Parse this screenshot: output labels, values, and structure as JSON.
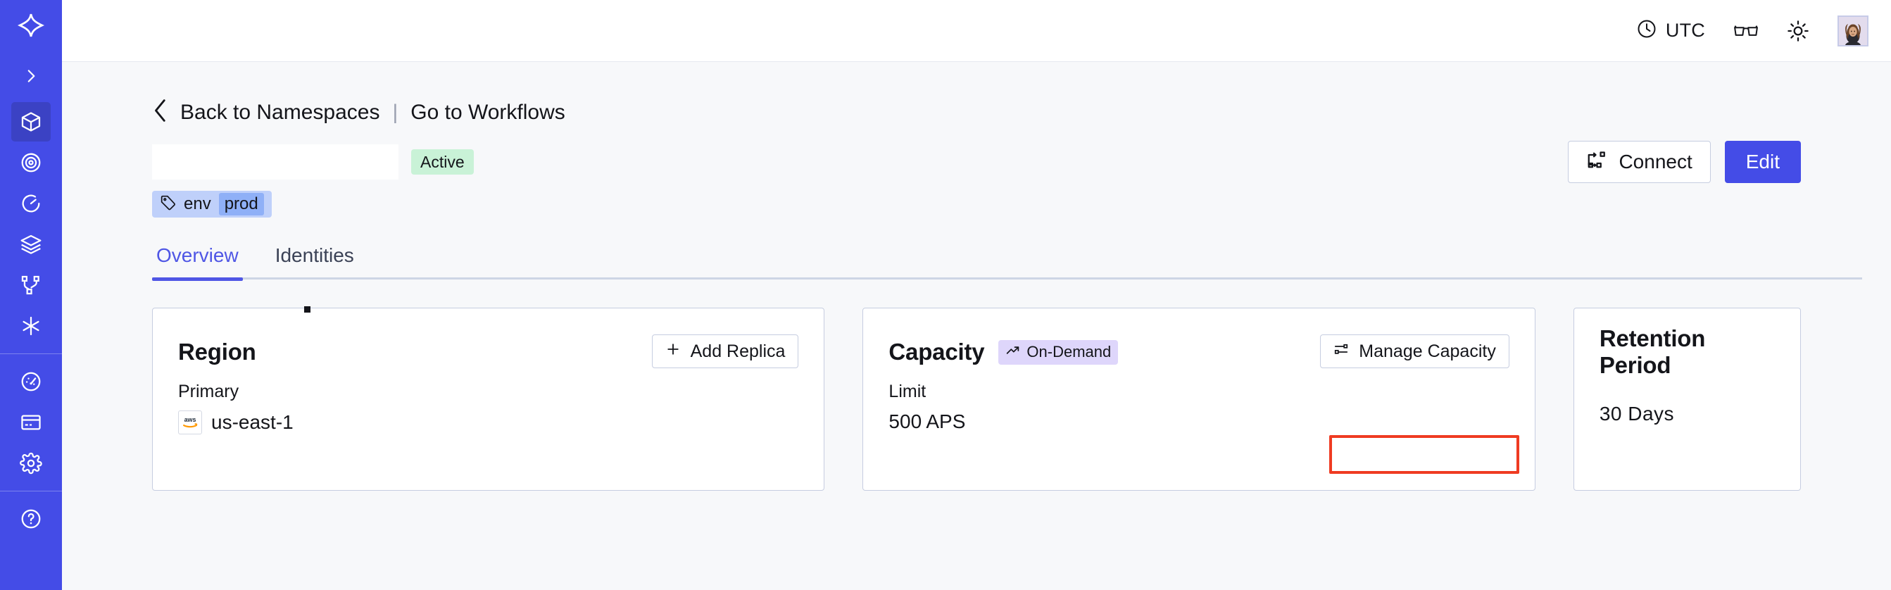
{
  "sidebar": {
    "logo_name": "temporal-logo",
    "expand_label": "expand-sidebar",
    "items": [
      {
        "name": "namespaces",
        "icon": "cube-icon",
        "active": true
      },
      {
        "name": "observability",
        "icon": "radar-icon",
        "active": false
      },
      {
        "name": "schedules",
        "icon": "stopwatch-icon",
        "active": false
      },
      {
        "name": "batch-operations",
        "icon": "layers-icon",
        "active": false
      },
      {
        "name": "workflows",
        "icon": "git-branch-icon",
        "active": false
      },
      {
        "name": "nexus",
        "icon": "asterisk-icon",
        "active": false
      }
    ],
    "items_lower": [
      {
        "name": "usage",
        "icon": "gauge-icon",
        "active": false
      },
      {
        "name": "billing",
        "icon": "credit-card-icon",
        "active": false
      },
      {
        "name": "settings",
        "icon": "gear-icon",
        "active": false
      }
    ]
  },
  "topbar": {
    "timezone": "UTC",
    "clock_icon": "clock-icon",
    "glasses_icon": "glasses-icon",
    "theme_icon": "sun-icon",
    "avatar_name": "user-avatar"
  },
  "breadcrumb": {
    "back_icon": "chevron-left-icon",
    "back_label": "Back to Namespaces",
    "separator": "|",
    "link_label": "Go to Workflows"
  },
  "header": {
    "namespace_title": "",
    "status": "Active",
    "tag": {
      "icon": "tag-icon",
      "key": "env",
      "value": "prod"
    },
    "connect_label": "Connect",
    "connect_icon": "flow-icon",
    "edit_label": "Edit"
  },
  "tabs": [
    {
      "label": "Overview",
      "active": true
    },
    {
      "label": "Identities",
      "active": false
    }
  ],
  "cards": {
    "region": {
      "title": "Region",
      "action_label": "Add Replica",
      "action_icon": "plus-icon",
      "sub_label": "Primary",
      "provider_icon": "aws-icon",
      "value": "us-east-1"
    },
    "capacity": {
      "title": "Capacity",
      "pill_label": "On-Demand",
      "pill_icon": "trending-up-icon",
      "action_label": "Manage Capacity",
      "action_icon": "sliders-icon",
      "sub_label": "Limit",
      "value": "500 APS"
    },
    "retention": {
      "title": "Retention Period",
      "value": "30  Days"
    }
  },
  "annotation": {
    "name": "manage-capacity-highlight",
    "color": "#ef3b22"
  },
  "colors": {
    "sidebar": "#444ce7",
    "accent": "#444ce7",
    "tab_active": "#4f56e5",
    "status_badge_bg": "#c9f2d7",
    "pill_bg": "#ded6fb",
    "tag_bg": "#bfd0fa",
    "page_bg": "#f7f8fa"
  }
}
